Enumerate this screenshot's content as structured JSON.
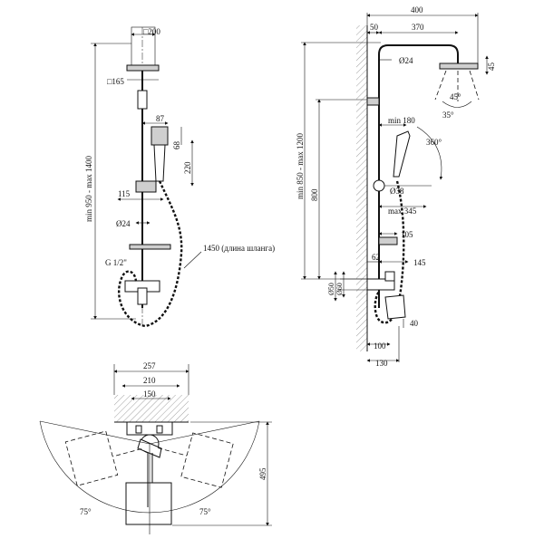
{
  "front_view": {
    "head_size": "□200",
    "mount_size": "□165",
    "dim_87": "87",
    "dim_68": "68",
    "dim_220": "220",
    "dim_115": "115",
    "dim_d24": "Ø24",
    "thread": "G 1/2\"",
    "hose_length": "1450 (длина шланга)",
    "height_range": "min 950 - max 1400"
  },
  "side_view": {
    "dim_400": "400",
    "dim_50": "50",
    "dim_370": "370",
    "dim_d24": "Ø24",
    "dim_45": "45",
    "angle_45": "45°",
    "angle_35": "35°",
    "dim_min180": "min 180",
    "angle_360": "360°",
    "height_range": "min 850 - max 1200",
    "dim_800": "800",
    "dim_d38": "Ø38",
    "dim_max345": "max 345",
    "dim_105": "105",
    "dim_62": "62",
    "dim_145": "145",
    "dim_d50": "Ø50",
    "dim_d60": "Ø60",
    "dim_40": "40",
    "dim_100": "100",
    "dim_130": "130"
  },
  "top_view": {
    "dim_257": "257",
    "dim_210": "210",
    "dim_150": "150",
    "dim_495": "495",
    "angle_left": "75°",
    "angle_right": "75°"
  }
}
